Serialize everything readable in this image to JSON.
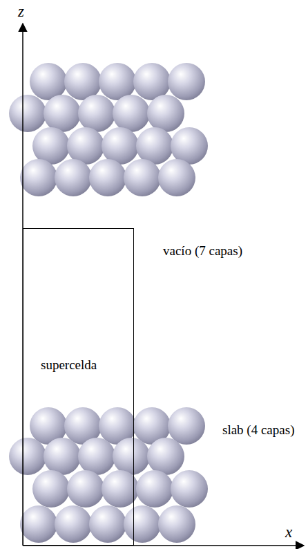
{
  "diagram": {
    "nodes": [
      {
        "text": [
          "supercelda"
        ]
      }
    ],
    "labels": [
      "z",
      "x",
      "vacío (7 capas)",
      "slab (4 capas)"
    ]
  }
}
